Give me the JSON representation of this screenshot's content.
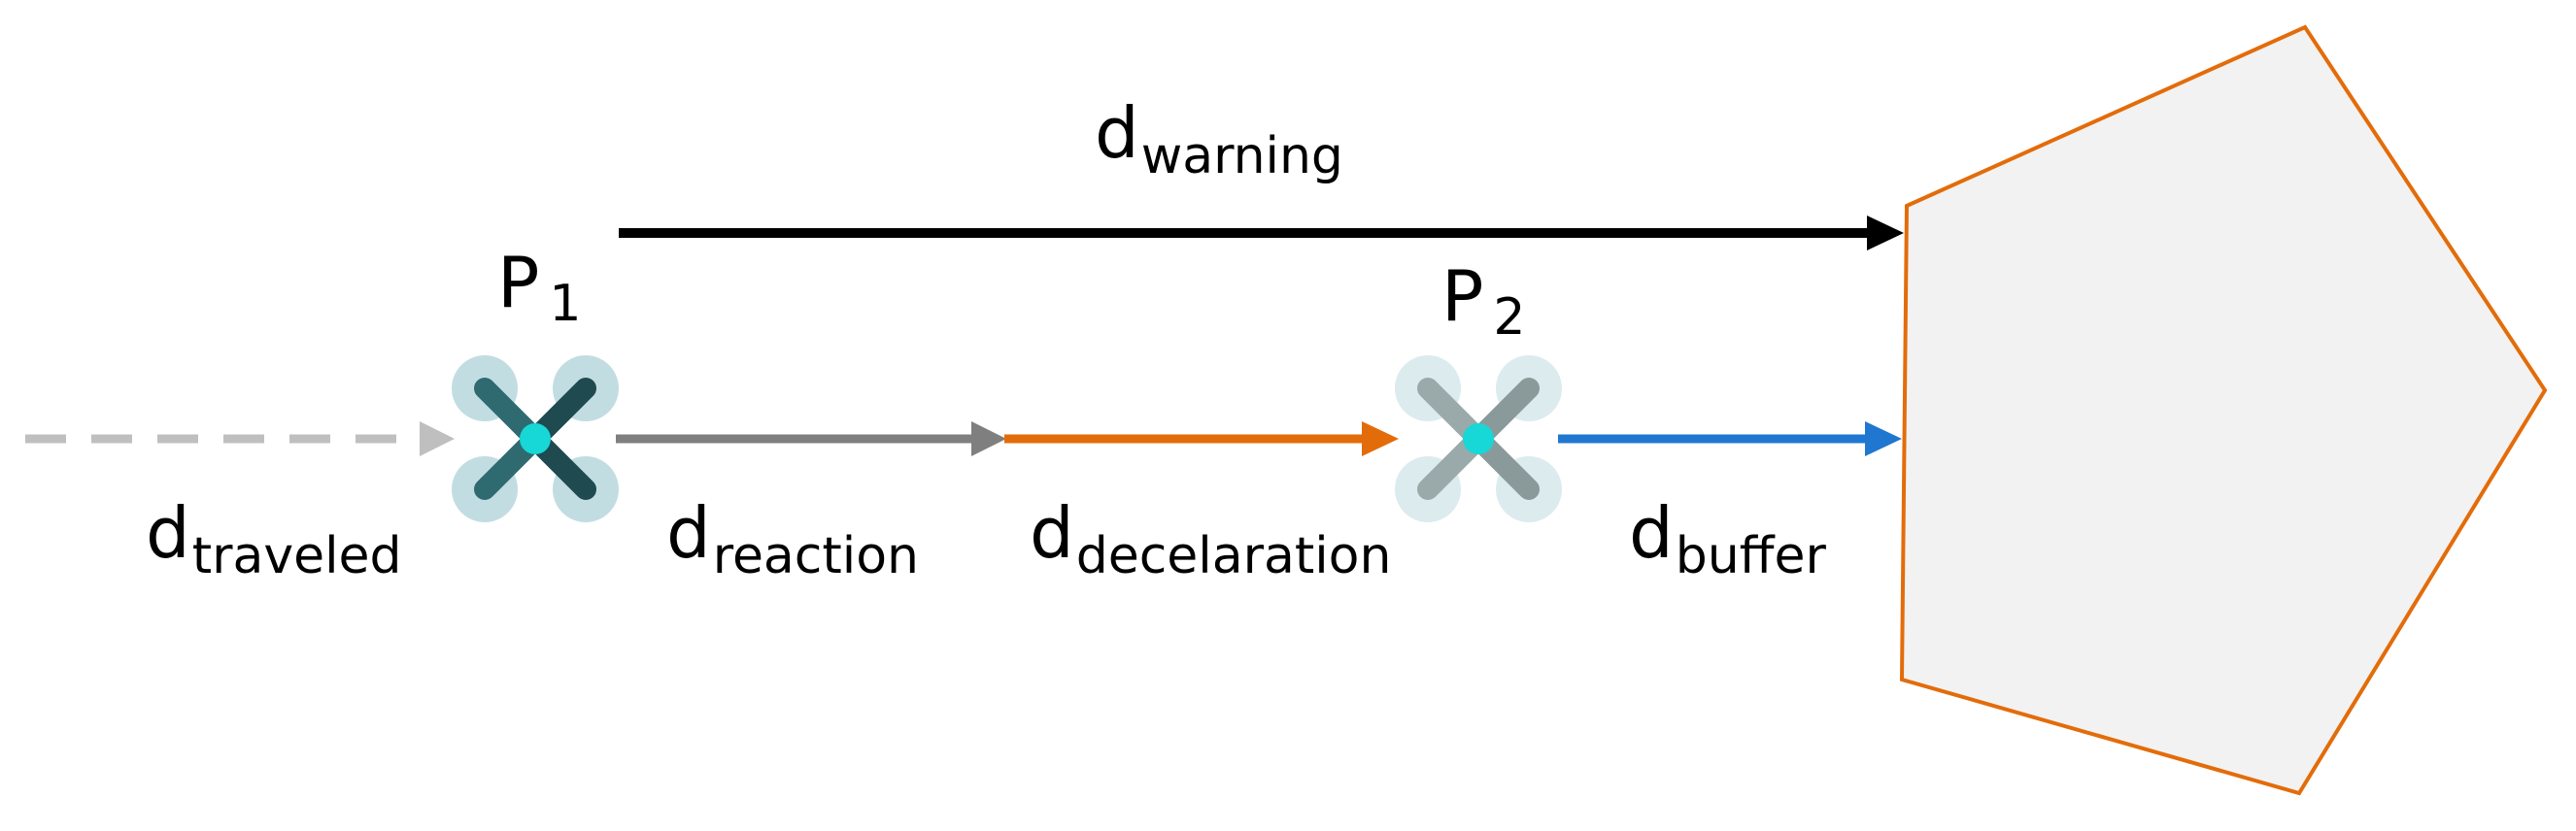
{
  "labels": {
    "p1": {
      "base": "P",
      "sub": "1"
    },
    "p2": {
      "base": "P",
      "sub": "2"
    },
    "warning": {
      "base": "d",
      "sub": "warning"
    },
    "traveled": {
      "base": "d",
      "sub": "traveled"
    },
    "reaction": {
      "base": "d",
      "sub": "reaction"
    },
    "deceleration": {
      "base": "d",
      "sub": "decelaration"
    },
    "buffer": {
      "base": "d",
      "sub": "buffer"
    }
  },
  "colors": {
    "warning_arrow": "#000000",
    "traveled_arrow": "#bfbfbf",
    "reaction_arrow": "#7f7f7f",
    "deceleration_arrow": "#e36c0a",
    "buffer_arrow": "#1f77d0",
    "obstacle_fill": "#f2f2f2",
    "obstacle_stroke": "#e36c0a",
    "drone_arm_dark": "#1e4a50",
    "drone_arm_light": "#8a9a9b",
    "drone_rotor_dark": "#c2dde2",
    "drone_rotor_light": "#dcebee",
    "drone_core": "#17d7d7"
  },
  "icons": {
    "drone_p1": "quadcopter-drone-icon",
    "drone_p2": "quadcopter-drone-icon"
  }
}
